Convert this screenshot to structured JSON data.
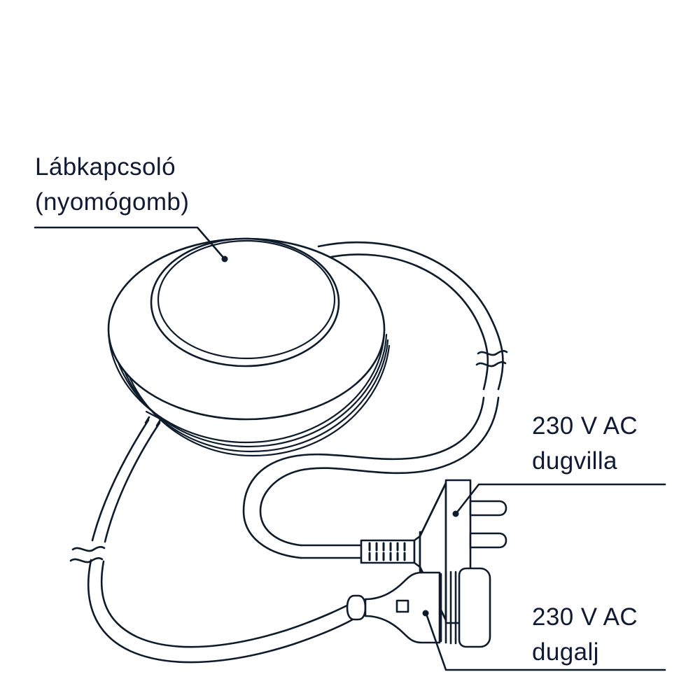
{
  "figure": {
    "title": "Labkapcsolo csatlakoztatasi rajz",
    "background_color": "#ffffff",
    "line_color": "#0d1b2a",
    "text_color": "#101a33"
  },
  "labels": {
    "footswitch": {
      "line1": "Lábkapcsoló",
      "line2": "(nyomógomb)"
    },
    "plug": {
      "line1": "230 V AC",
      "line2": "dugvilla"
    },
    "socket": {
      "line1": "230 V AC",
      "line2": "dugalj"
    }
  },
  "components": {
    "footswitch": "foot-switch-pedal-dome",
    "plug": "mains-plug-two-pin",
    "socket": "mains-socket-connector",
    "cable_upper": "power-cable-to-plug",
    "cable_lower": "power-cable-to-socket",
    "break_marks": 2
  }
}
